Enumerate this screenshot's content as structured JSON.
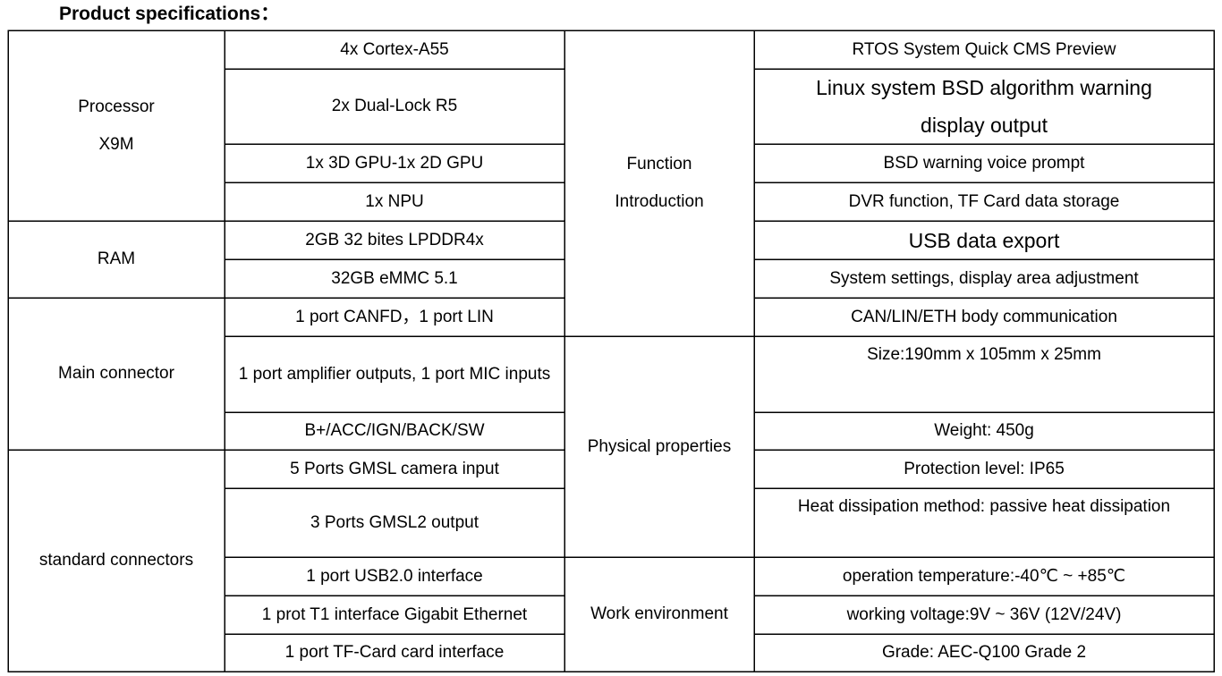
{
  "title": "Product specifications：",
  "left_groups": {
    "processor": "Processor\nX9M",
    "ram": "RAM",
    "main_connector": "Main connector",
    "standard_connectors": "standard connectors"
  },
  "left_values": {
    "cortex": "4x Cortex-A55",
    "dual_lock": "2x Dual-Lock R5",
    "gpu": "1x 3D GPU-1x 2D GPU",
    "npu": "1x NPU",
    "lpddr": "2GB 32 bites LPDDR4x",
    "emmc": "32GB eMMC 5.1",
    "canfd": "1 port CANFD，1 port LIN",
    "amplifier": "1 port amplifier outputs, 1 port MIC inputs",
    "power": "B+/ACC/IGN/BACK/SW",
    "gmsl_in": "5 Ports GMSL camera input",
    "gmsl_out": "3 Ports GMSL2 output",
    "usb": "1 port USB2.0 interface",
    "ethernet": "1 prot T1 interface Gigabit Ethernet",
    "tf": "1 port TF-Card card interface"
  },
  "right_groups": {
    "function": "Function\nIntroduction",
    "physical": "Physical properties",
    "work": "Work environment"
  },
  "right_values": {
    "rtos": "RTOS System Quick CMS Preview",
    "linux": "Linux system BSD algorithm warning display output",
    "voice": "BSD warning voice prompt",
    "dvr": "DVR function, TF Card data storage",
    "usb_export": "USB data export",
    "settings": "System settings, display area adjustment",
    "can_eth": "CAN/LIN/ETH body communication",
    "size": "Size:190mm x 105mm x 25mm",
    "weight": "Weight: 450g",
    "protection": "Protection level: IP65",
    "heat": "Heat dissipation method: passive heat dissipation",
    "temperature": "operation temperature:-40℃ ~ +85℃",
    "voltage": "working voltage:9V ~ 36V (12V/24V)",
    "grade": "Grade: AEC-Q100 Grade 2"
  }
}
